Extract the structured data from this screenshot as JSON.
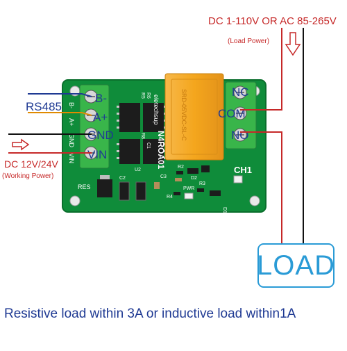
{
  "power_label": "DC 1-110V OR AC 85-265V",
  "load_power_note": "(Load Power)",
  "rs485_label": "RS485",
  "working_voltage": "DC 12V/24V",
  "working_power_note": "(Working Power)",
  "load_label": "LOAD",
  "caption": "Resistive load within 3A or inductive load within1A",
  "board": {
    "model": "N4ROA01",
    "brand": "eletechsup",
    "channel": "CH1",
    "left_terminals": [
      "B-",
      "A+",
      "GND",
      "VIN"
    ],
    "left_silk": [
      "B-",
      "A+",
      "GND",
      "VIN"
    ],
    "right_terminals": [
      "NC",
      "COM",
      "NO"
    ],
    "relay_text": "SRD-05VDC-SL-C",
    "silk": {
      "r5": "R5",
      "r6": "R6",
      "r2": "R2",
      "r3": "R3",
      "r4": "R4",
      "r8": "R8",
      "u2": "U2",
      "c1": "C1",
      "c2": "C2",
      "c3": "C3",
      "d1": "D1",
      "d2": "D2",
      "pwr": "PWR",
      "res": "RES"
    }
  },
  "colors": {
    "pcb": "#0f8c3a",
    "pcb_edge": "#0a6e2c",
    "terminal": "#39b54a",
    "relay": "#f4a61d",
    "red_wire": "#c62828",
    "blue_wire": "#1f3a93",
    "orange_wire": "#e08a00",
    "load_border": "#2a9bd6"
  }
}
